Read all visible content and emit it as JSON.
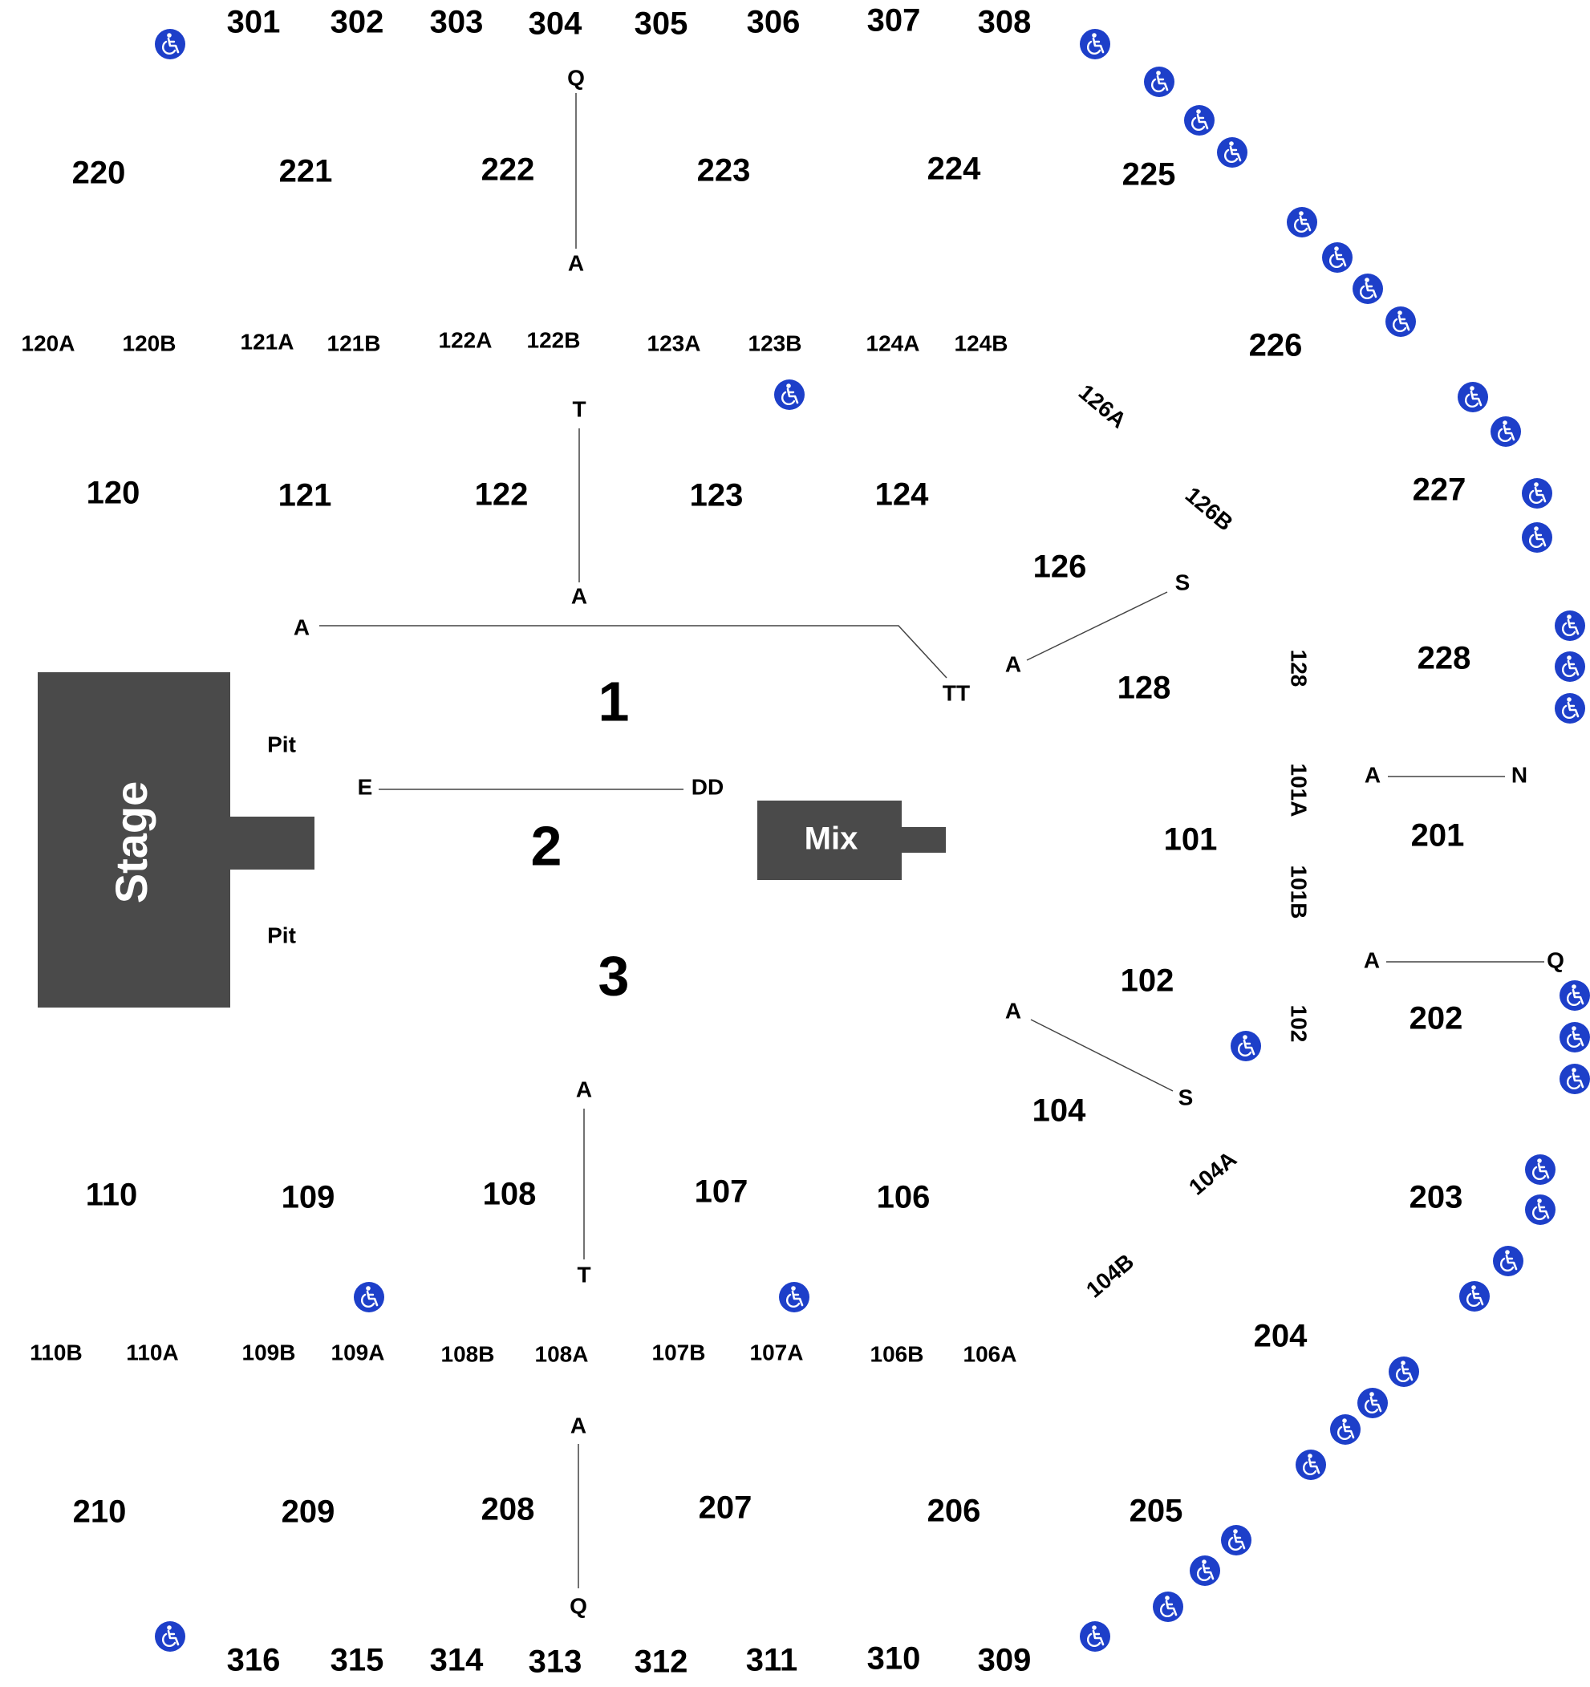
{
  "stage_label": "Stage",
  "mix_label": "Mix",
  "pit_label": "Pit",
  "floor_sections": [
    "1",
    "2",
    "3"
  ],
  "sections_300": [
    "301",
    "302",
    "303",
    "304",
    "305",
    "306",
    "307",
    "308",
    "309",
    "310",
    "311",
    "312",
    "313",
    "314",
    "315",
    "316"
  ],
  "sections_200": [
    "201",
    "202",
    "203",
    "204",
    "205",
    "206",
    "207",
    "208",
    "209",
    "210",
    "220",
    "221",
    "222",
    "223",
    "224",
    "225",
    "226",
    "227",
    "228"
  ],
  "sections_100": [
    "101",
    "102",
    "104",
    "106",
    "107",
    "108",
    "109",
    "110",
    "120",
    "121",
    "122",
    "123",
    "124",
    "126",
    "128"
  ],
  "sub_sections": [
    "120A",
    "120B",
    "121A",
    "121B",
    "122A",
    "122B",
    "123A",
    "123B",
    "124A",
    "124B",
    "110B",
    "110A",
    "109B",
    "109A",
    "108B",
    "108A",
    "107B",
    "107A",
    "106B",
    "106A",
    "126A",
    "126B",
    "104A",
    "104B",
    "101A",
    "101B",
    "128",
    "102"
  ],
  "row_labels": [
    "Q",
    "A",
    "T",
    "A",
    "A",
    "TT",
    "A",
    "S",
    "E",
    "DD",
    "A",
    "S",
    "A",
    "T",
    "A",
    "Q",
    "A",
    "N",
    "A",
    "Q"
  ],
  "icon": "wheelchair-accessible-icon",
  "colors": {
    "stage": "#4a4a4a",
    "accessible": "#1d3fc9",
    "text": "#000000",
    "background": "#ffffff"
  }
}
